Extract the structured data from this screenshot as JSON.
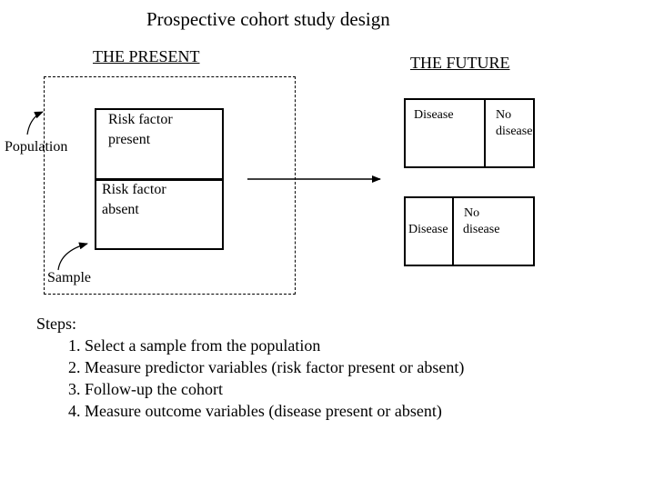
{
  "title": "Prospective cohort study design",
  "present": {
    "header": "THE PRESENT",
    "population_label": "Population",
    "sample_label": "Sample",
    "risk_present": [
      "Risk factor",
      "present"
    ],
    "risk_absent": [
      "Risk factor",
      "absent"
    ]
  },
  "future": {
    "header": "THE FUTURE",
    "top_box": {
      "disease": "Disease",
      "no_disease": [
        "No",
        "disease"
      ]
    },
    "bottom_box": {
      "disease": "Disease",
      "no_disease": [
        "No",
        "disease"
      ]
    }
  },
  "steps": {
    "heading": "Steps:",
    "items": [
      "1. Select a sample from the population",
      "2. Measure predictor variables (risk factor present or absent)",
      "3. Follow-up the cohort",
      "4. Measure outcome variables (disease present or absent)"
    ]
  }
}
